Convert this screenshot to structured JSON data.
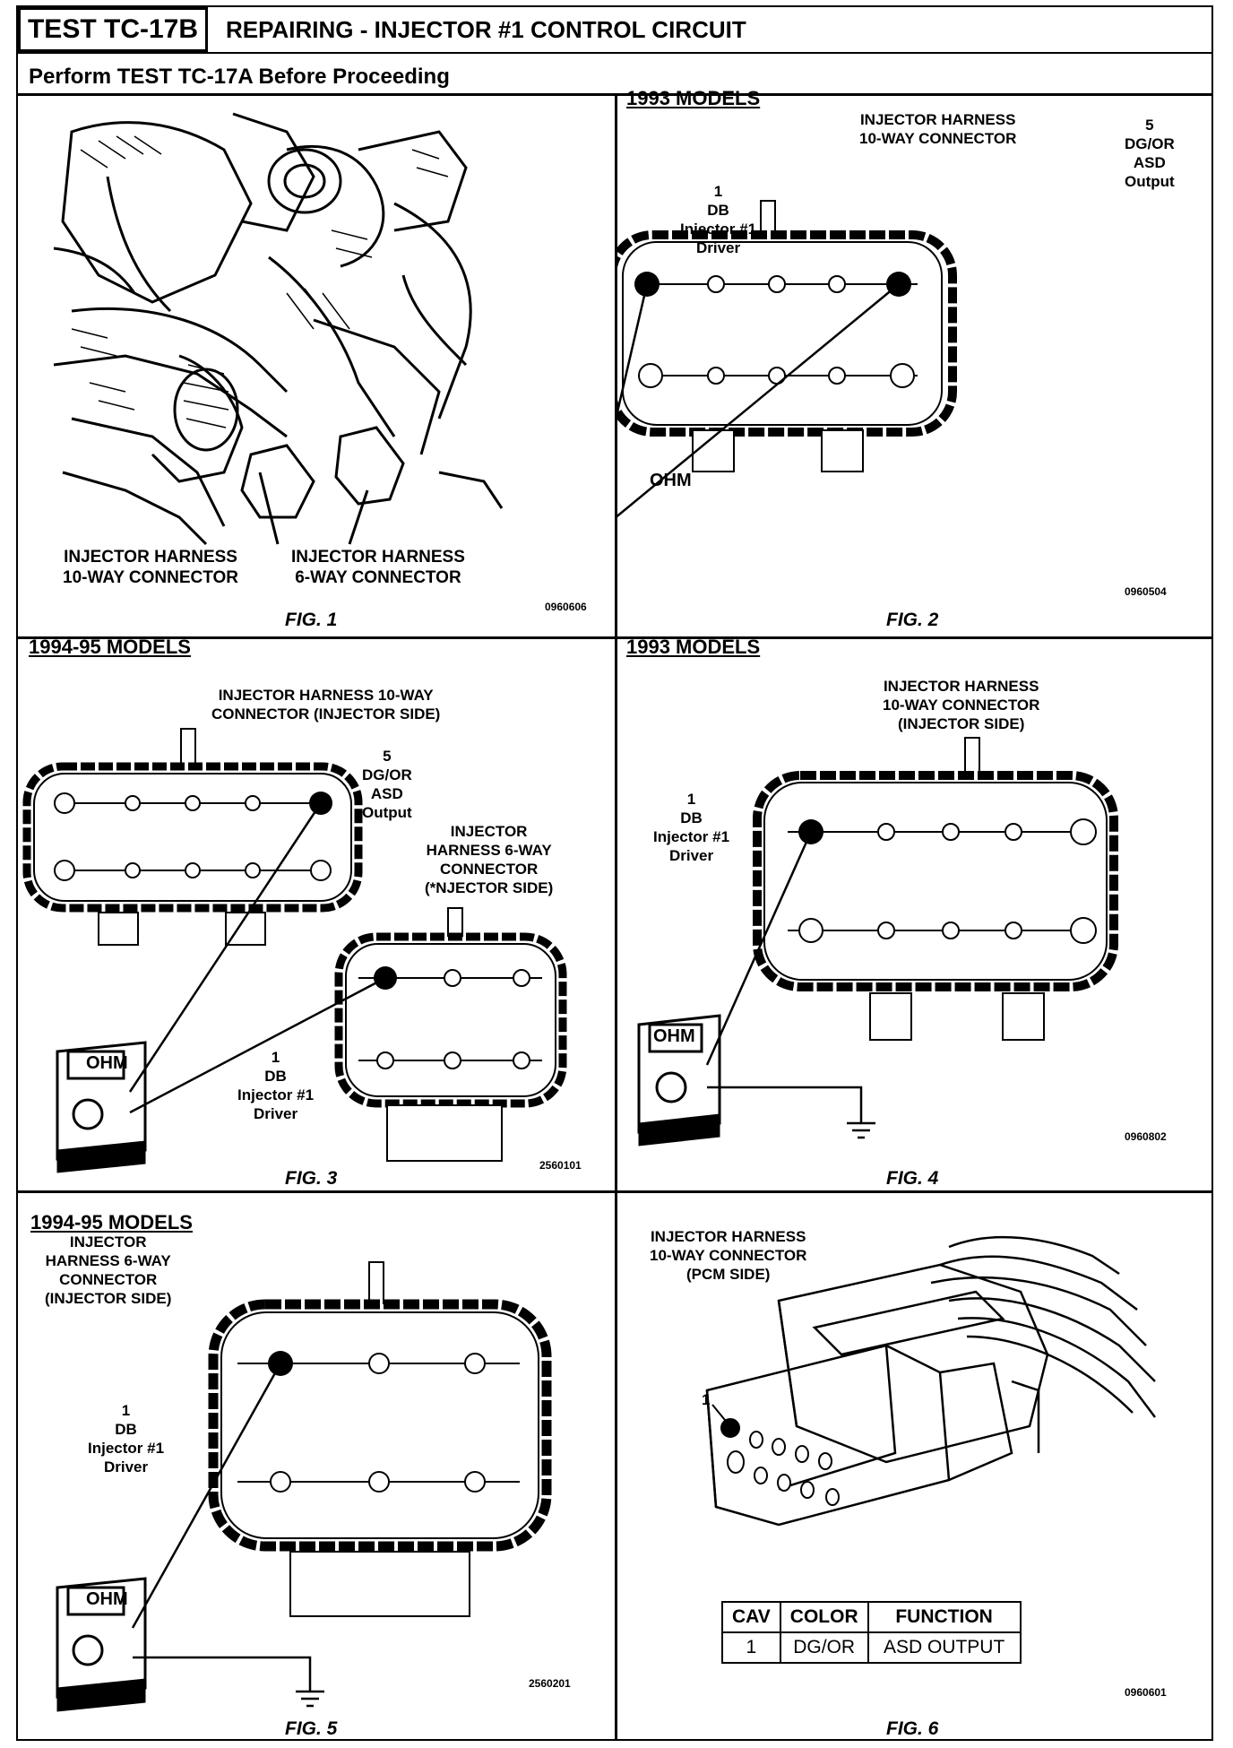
{
  "header": {
    "test_id": "TEST TC-17B",
    "title": "REPAIRING - INJECTOR #1 CONTROL CIRCUIT",
    "subtitle": "Perform TEST TC-17A Before Proceeding"
  },
  "fig1": {
    "label_10way": "INJECTOR HARNESS\n10-WAY CONNECTOR",
    "label_6way": "INJECTOR HARNESS\n6-WAY CONNECTOR",
    "code": "0960606",
    "caption": "FIG. 1"
  },
  "fig2": {
    "model": "1993 MODELS",
    "connector_label": "INJECTOR HARNESS\n10-WAY CONNECTOR",
    "pin5_label": "5\nDG/OR\nASD\nOutput",
    "pin1_label": "1\nDB\nInjector #1\nDriver",
    "meter": "OHM",
    "code": "0960504",
    "caption": "FIG. 2"
  },
  "fig3": {
    "model": "1994-95 MODELS",
    "connector10_label": "INJECTOR HARNESS 10-WAY\nCONNECTOR (INJECTOR SIDE)",
    "pin5_label": "5\nDG/OR\nASD\nOutput",
    "connector6_label": "INJECTOR\nHARNESS 6-WAY\nCONNECTOR\n(*NJECTOR SIDE)",
    "pin1_label": "1\nDB\nInjector #1\nDriver",
    "meter": "OHM",
    "code": "2560101",
    "caption": "FIG. 3"
  },
  "fig4": {
    "model": "1993 MODELS",
    "connector_label": "INJECTOR HARNESS\n10-WAY CONNECTOR\n(INJECTOR SIDE)",
    "pin1_label": "1\nDB\nInjector #1\nDriver",
    "meter": "OHM",
    "code": "0960802",
    "caption": "FIG. 4"
  },
  "fig5": {
    "model": "1994-95 MODELS",
    "connector_label": "INJECTOR\nHARNESS 6-WAY\nCONNECTOR\n(INJECTOR SIDE)",
    "pin1_label": "1\nDB\nInjector #1\nDriver",
    "meter": "OHM",
    "code": "2560201",
    "caption": "FIG. 5"
  },
  "fig6": {
    "connector_label": "INJECTOR HARNESS\n10-WAY CONNECTOR\n(PCM SIDE)",
    "pin_callout": "1",
    "table": {
      "headers": [
        "CAV",
        "COLOR",
        "FUNCTION"
      ],
      "rows": [
        [
          "1",
          "DG/OR",
          "ASD OUTPUT"
        ]
      ]
    },
    "code": "0960601",
    "caption": "FIG. 6"
  }
}
